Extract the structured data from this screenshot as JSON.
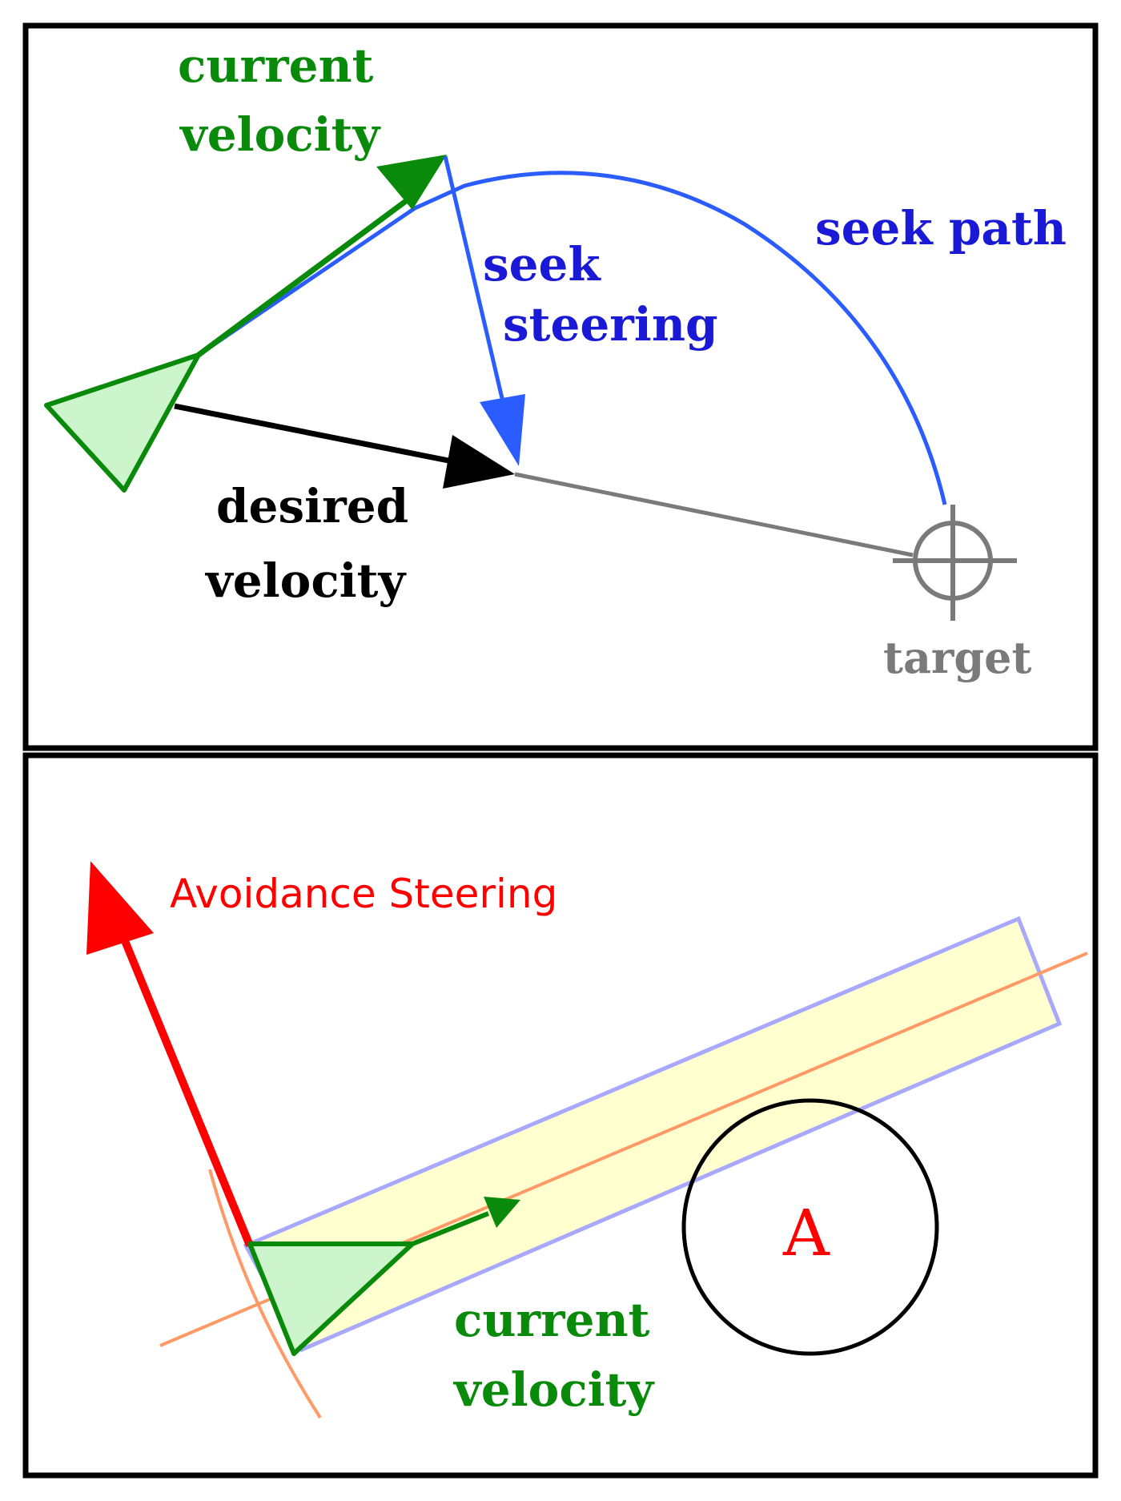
{
  "colors": {
    "border": "#000000",
    "current_velocity": "#0a8a0a",
    "agent_fill": "#ccf5cc",
    "seek": "#2a5cff",
    "seek_label": "#1a1ad6",
    "desired": "#000000",
    "target": "#7a7a7a",
    "avoidance": "#ff0000",
    "corridor_fill": "#ffffd0",
    "corridor_edge": "#a8a8ff",
    "heading_line": "#ff9a66",
    "obstacle": "#000000"
  },
  "top_panel": {
    "current_velocity_label": [
      "current",
      "velocity"
    ],
    "seek_steering_label": [
      "seek",
      "steering"
    ],
    "seek_path_label": "seek path",
    "desired_velocity_label": [
      "desired",
      "velocity"
    ],
    "target_label": "target",
    "icons": [
      "agent-triangle",
      "crosshair-target-icon"
    ]
  },
  "bottom_panel": {
    "avoidance_label": "Avoidance Steering",
    "obstacle_label": "A",
    "current_velocity_label": [
      "current",
      "velocity"
    ],
    "icons": [
      "agent-triangle"
    ]
  }
}
